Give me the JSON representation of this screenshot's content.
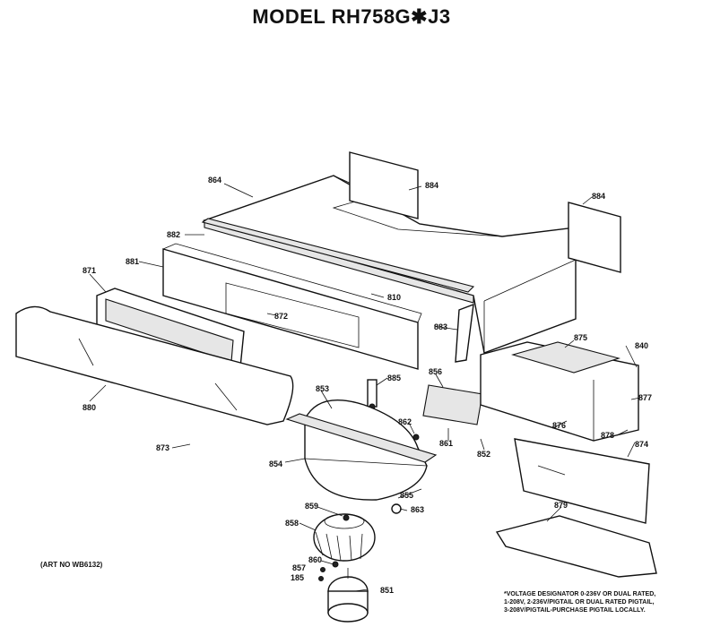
{
  "title": "MODEL RH758G✱J3",
  "parts": [
    {
      "id": "p864",
      "label": "864"
    },
    {
      "id": "p884a",
      "label": "884"
    },
    {
      "id": "p884b",
      "label": "884"
    },
    {
      "id": "p882",
      "label": "882"
    },
    {
      "id": "p881",
      "label": "881"
    },
    {
      "id": "p871",
      "label": "871"
    },
    {
      "id": "p810",
      "label": "810"
    },
    {
      "id": "p872",
      "label": "872"
    },
    {
      "id": "p883",
      "label": "883"
    },
    {
      "id": "p875",
      "label": "875"
    },
    {
      "id": "p840",
      "label": "840"
    },
    {
      "id": "p880",
      "label": "880"
    },
    {
      "id": "p885",
      "label": "885"
    },
    {
      "id": "p856",
      "label": "856"
    },
    {
      "id": "p877",
      "label": "877"
    },
    {
      "id": "p853",
      "label": "853"
    },
    {
      "id": "p862",
      "label": "862"
    },
    {
      "id": "p876",
      "label": "876"
    },
    {
      "id": "p878",
      "label": "878"
    },
    {
      "id": "p873",
      "label": "873"
    },
    {
      "id": "p861",
      "label": "861"
    },
    {
      "id": "p852",
      "label": "852"
    },
    {
      "id": "p874",
      "label": "874"
    },
    {
      "id": "p854",
      "label": "854"
    },
    {
      "id": "p855",
      "label": "855"
    },
    {
      "id": "p859",
      "label": "859"
    },
    {
      "id": "p863",
      "label": "863"
    },
    {
      "id": "p879",
      "label": "879"
    },
    {
      "id": "p858",
      "label": "858"
    },
    {
      "id": "p860",
      "label": "860"
    },
    {
      "id": "p857",
      "label": "857"
    },
    {
      "id": "p185",
      "label": "185"
    },
    {
      "id": "p851",
      "label": "851"
    }
  ],
  "art_no": "(ART NO  WB6132)",
  "note_lines": [
    "*VOLTAGE DESIGNATOR 0-236V OR DUAL RATED,",
    "1-208V, 2-236V/PIGTAIL OR DUAL RATED PIGTAIL,",
    "3-208V/PIGTAIL-PURCHASE PIGTAIL LOCALLY."
  ]
}
